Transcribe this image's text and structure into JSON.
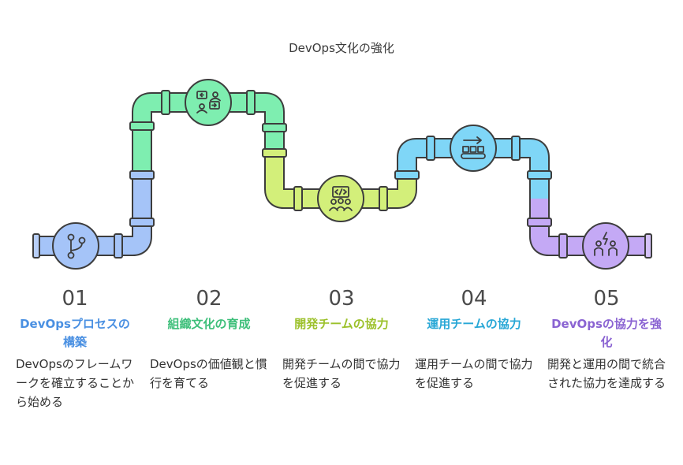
{
  "title": "DevOps文化の強化",
  "steps": [
    {
      "number": "01",
      "title": "DevOpsプロセスの構築",
      "description": "DevOpsのフレームワークを確立することから始める",
      "color": "#4a90e2",
      "icon": "git-branch-icon"
    },
    {
      "number": "02",
      "title": "組織文化の育成",
      "description": "DevOpsの価値観と慣行を育てる",
      "color": "#3dbf7a",
      "icon": "discussion-icon"
    },
    {
      "number": "03",
      "title": "開発チームの協力",
      "description": "開発チームの間で協力を促進する",
      "color": "#9cc12b",
      "icon": "developer-team-icon"
    },
    {
      "number": "04",
      "title": "運用チームの協力",
      "description": "運用チームの間で協力を促進する",
      "color": "#28a7d6",
      "icon": "conveyor-icon"
    },
    {
      "number": "05",
      "title": "DevOpsの協力を強化",
      "description": "開発と運用の間で統合された協力を達成する",
      "color": "#8a63d2",
      "icon": "collaboration-icon"
    }
  ],
  "colors": {
    "blue": "#a5c4f8",
    "green": "#7eeeb0",
    "lime": "#d3ef7a",
    "cyan": "#7fd6f7",
    "purple": "#c4a9f5",
    "outline": "#3d3d3d"
  }
}
